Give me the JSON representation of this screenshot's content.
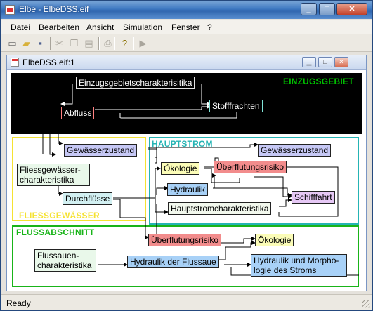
{
  "window": {
    "title": "Elbe - ElbeDSS.eif"
  },
  "menu": [
    "Datei",
    "Bearbeiten",
    "Ansicht",
    "Simulation",
    "Fenster",
    "?"
  ],
  "toolbar": {
    "buttons": [
      {
        "name": "new-file-icon",
        "glyph": "▭",
        "color": "#6f6f6f",
        "enabled": true
      },
      {
        "name": "open-folder-icon",
        "glyph": "▰",
        "color": "#d8b13a",
        "enabled": true
      },
      {
        "name": "save-icon",
        "glyph": "▪",
        "color": "#4d5f8f",
        "enabled": true
      },
      {
        "name": "cut-icon",
        "glyph": "✂",
        "color": "#a9a59c",
        "enabled": false
      },
      {
        "name": "copy-icon",
        "glyph": "❐",
        "color": "#a9a59c",
        "enabled": false
      },
      {
        "name": "paste-icon",
        "glyph": "▤",
        "color": "#a9a59c",
        "enabled": false
      },
      {
        "name": "print-icon",
        "glyph": "⎙",
        "color": "#a9a59c",
        "enabled": false
      },
      {
        "name": "help-icon",
        "glyph": "?",
        "color": "#8a6f00",
        "enabled": true
      },
      {
        "name": "run-icon",
        "glyph": "▶",
        "color": "#a9a59c",
        "enabled": false
      }
    ]
  },
  "document": {
    "title": "ElbeDSS.eif:1"
  },
  "regions": {
    "einzugsgebiet": {
      "label": "EINZUGSGEBIET",
      "color": "#00c000",
      "bg": "#000000"
    },
    "hauptstrom": {
      "label": "HAUPTSTROM",
      "color": "#25b4b4"
    },
    "fliessgewaesser": {
      "label": "FLIESSGEWÄSSER",
      "color": "#f5e232"
    },
    "flussabschnitt": {
      "label": "FLUSSABSCHNITT",
      "color": "#19b419"
    }
  },
  "nodes": {
    "einzugsgebietschar": "Einzugsgebietscharakterisitika",
    "abfluss": "Abfluss",
    "stofffrachten": "Stofffrachten",
    "gewaesserzustand_fg": "Gewässerzustand",
    "fliessgewaesserchar": "Fliessgewässer-charakteristika",
    "durchfluesse": "Durchflüsse",
    "gewaesserzustand_hs": "Gewässerzustand",
    "oekologie_hs": "Ökologie",
    "ueberflutungsrisiko_hs": "Überflutungsrisiko",
    "hydraulik_hs": "Hydraulik",
    "schifffahrt": "Schifffahrt",
    "hauptstromchar": "Hauptstromcharakteristika",
    "ueberflutungsrisiko_fa": "Überflutungsrisiko",
    "oekologie_fa": "Ökologie",
    "flussauenchar": "Flussauen-charakteristika",
    "hydraulik_flussaue": "Hydraulik der Flussaue",
    "hydraulik_morphologie": "Hydraulik und Morpho-logie des Stroms"
  },
  "status": {
    "text": "Ready"
  }
}
